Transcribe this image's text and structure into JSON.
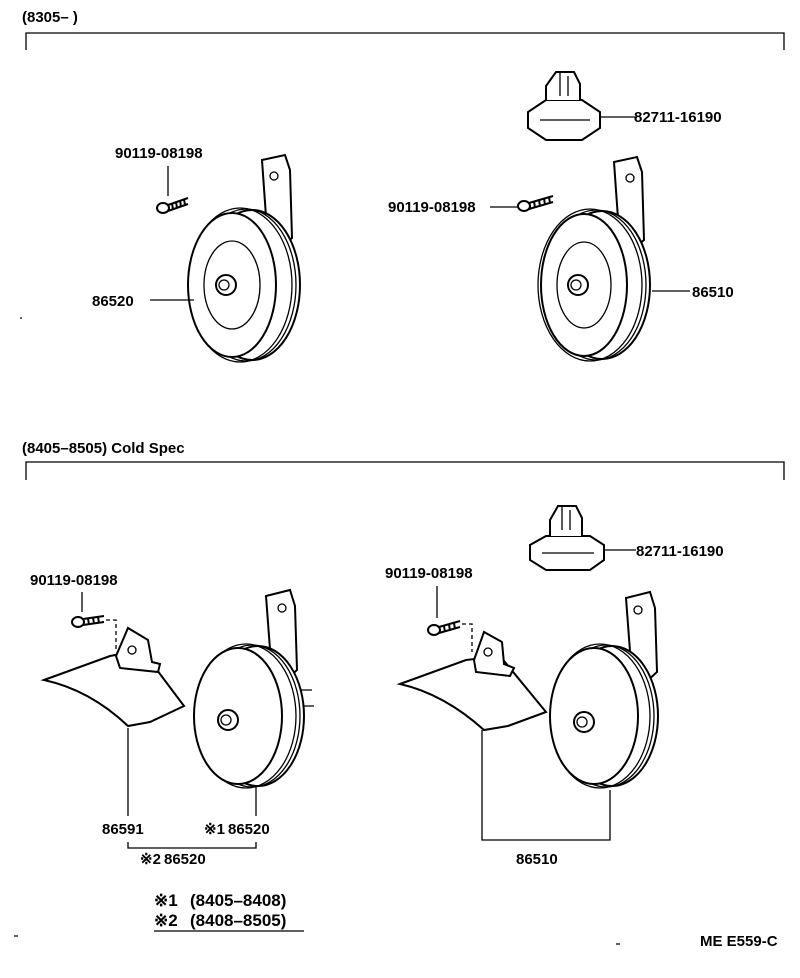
{
  "sections": [
    {
      "header": "(8305–        )",
      "labels": {
        "clip": "82711-16190",
        "bolt_left": "90119-08198",
        "bolt_right": "90119-08198",
        "horn_left": "86520",
        "horn_right": "86510"
      }
    },
    {
      "header": "(8405–8505) Cold Spec",
      "labels": {
        "clip": "82711-16190",
        "bolt_left": "90119-08198",
        "bolt_right": "90119-08198",
        "cover": "86591",
        "horn_left_mark": "※1",
        "horn_left": "86520",
        "assy_left_mark": "※2",
        "assy_left": "86520",
        "assy_right": "86510"
      }
    }
  ],
  "notes": [
    {
      "mark": "※1",
      "text": "(8405–8408)"
    },
    {
      "mark": "※2",
      "text": "(8408–8505)"
    }
  ],
  "code": "ME E559-C"
}
